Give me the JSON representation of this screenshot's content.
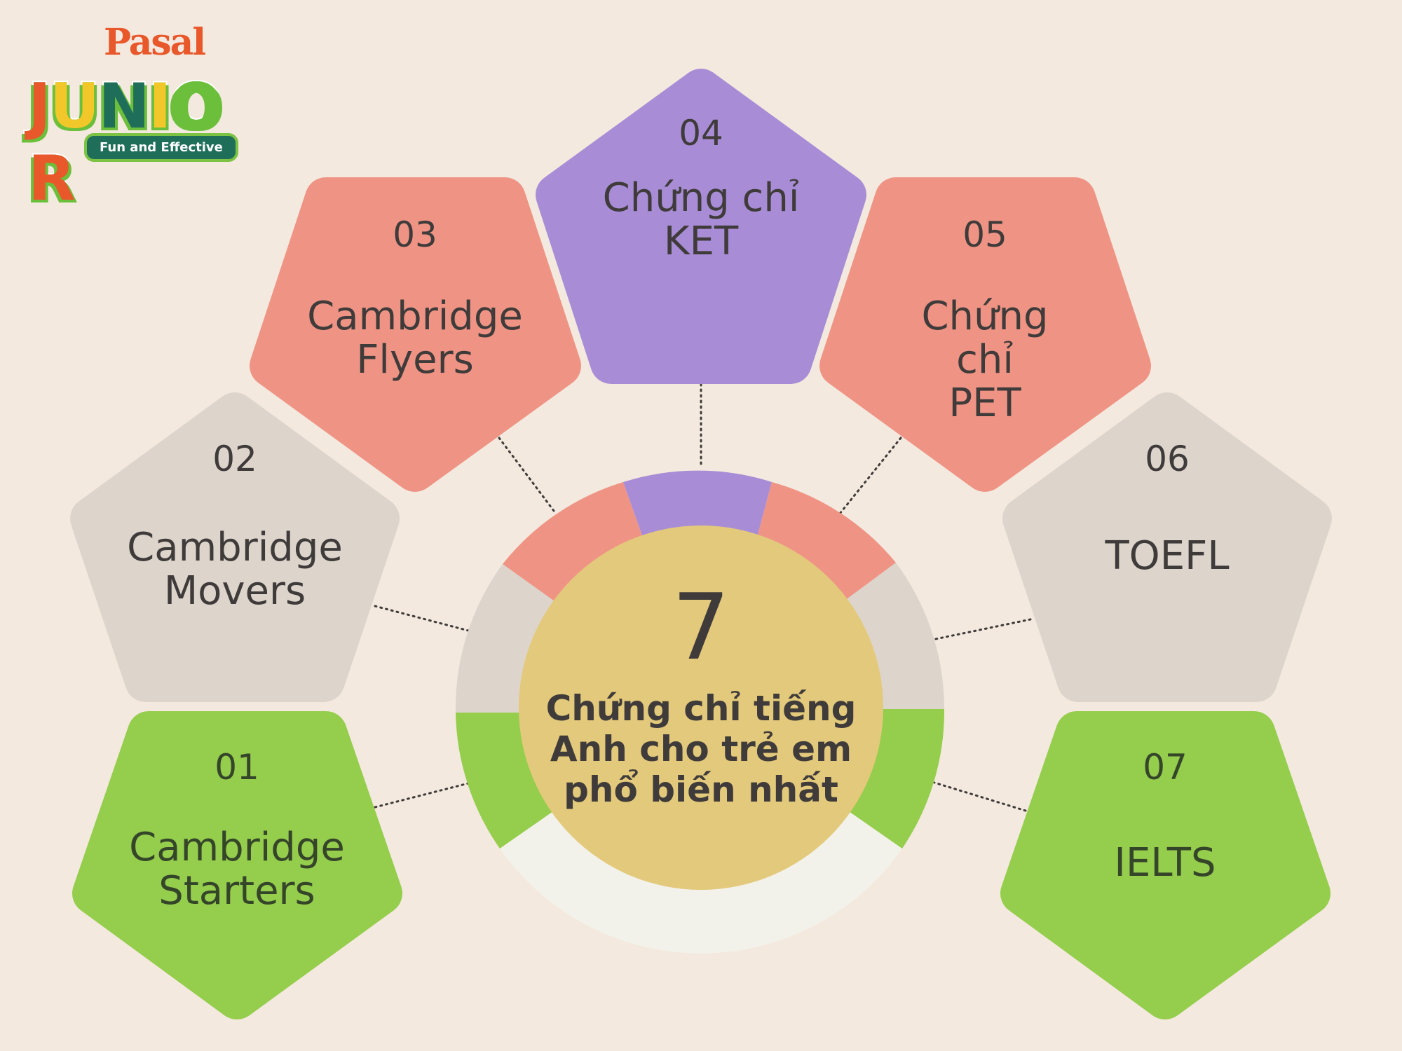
{
  "logo": {
    "brand": "Pasal",
    "product_letters": [
      {
        "char": "J",
        "color": "#e8582b"
      },
      {
        "char": "U",
        "color": "#f2c72a"
      },
      {
        "char": "N",
        "color": "#1e6e5a"
      },
      {
        "char": "I",
        "color": "#f2c72a"
      },
      {
        "char": "O",
        "color": "#6cbf3b"
      },
      {
        "char": "R",
        "color": "#e8582b"
      }
    ],
    "tagline": "Fun and Effective"
  },
  "center": {
    "number": "7",
    "title_lines": [
      "Chứng chỉ tiếng",
      "Anh cho trẻ em",
      "phổ biến nhất"
    ],
    "fill_color": "#e3c97b"
  },
  "ring": {
    "segments": [
      {
        "name": "starters",
        "color": "#95cd4c"
      },
      {
        "name": "movers",
        "color": "#ddd5cc"
      },
      {
        "name": "flyers",
        "color": "#ef9485"
      },
      {
        "name": "ket",
        "color": "#a88dd6"
      },
      {
        "name": "pet",
        "color": "#ef9485"
      },
      {
        "name": "toefl",
        "color": "#ddd5cc"
      },
      {
        "name": "ielts",
        "color": "#95cd4c"
      },
      {
        "name": "empty-bottom",
        "color": "#f3f2ea"
      }
    ]
  },
  "certificates": [
    {
      "number": "01",
      "title": "Cambridge\nStarters",
      "line1": "Cambridge",
      "line2": "Starters",
      "color": "#95cd4c"
    },
    {
      "number": "02",
      "title": "Cambridge\nMovers",
      "line1": "Cambridge",
      "line2": "Movers",
      "color": "#ddd5cc"
    },
    {
      "number": "03",
      "title": "Cambridge\nFlyers",
      "line1": "Cambridge",
      "line2": "Flyers",
      "color": "#ef9485"
    },
    {
      "number": "04",
      "title": "Chứng chỉ\nKET",
      "line1": "Chứng chỉ",
      "line2": "KET",
      "color": "#a88dd6"
    },
    {
      "number": "05",
      "title": "Chứng\nchỉ\nPET",
      "line1": "Chứng",
      "line2": "chỉ",
      "line3": "PET",
      "color": "#ef9485"
    },
    {
      "number": "06",
      "title": "TOEFL",
      "line1": "TOEFL",
      "color": "#ddd5cc"
    },
    {
      "number": "07",
      "title": "IELTS",
      "line1": "IELTS",
      "color": "#95cd4c"
    }
  ],
  "colors": {
    "background": "#f3e9de",
    "text": "#3f3b3a",
    "connector": "#3f3b3a"
  }
}
